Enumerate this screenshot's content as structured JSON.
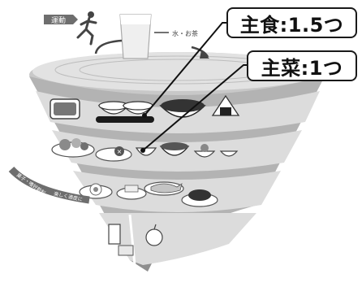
{
  "callouts": {
    "staple": "主食:1.5つ",
    "main": "主菜:1つ"
  },
  "labels": {
    "exercise": "運動",
    "water": "水・お茶",
    "snacks": "菓子・嗜好飲料",
    "snacks_sub": "楽しく適度に"
  },
  "colors": {
    "tier_fill": "#dcdcdc",
    "tier_dark": "#a9a9a9",
    "plate": "#ffffff",
    "outline": "#1a1a1a",
    "badge": "#6e6e6e"
  }
}
